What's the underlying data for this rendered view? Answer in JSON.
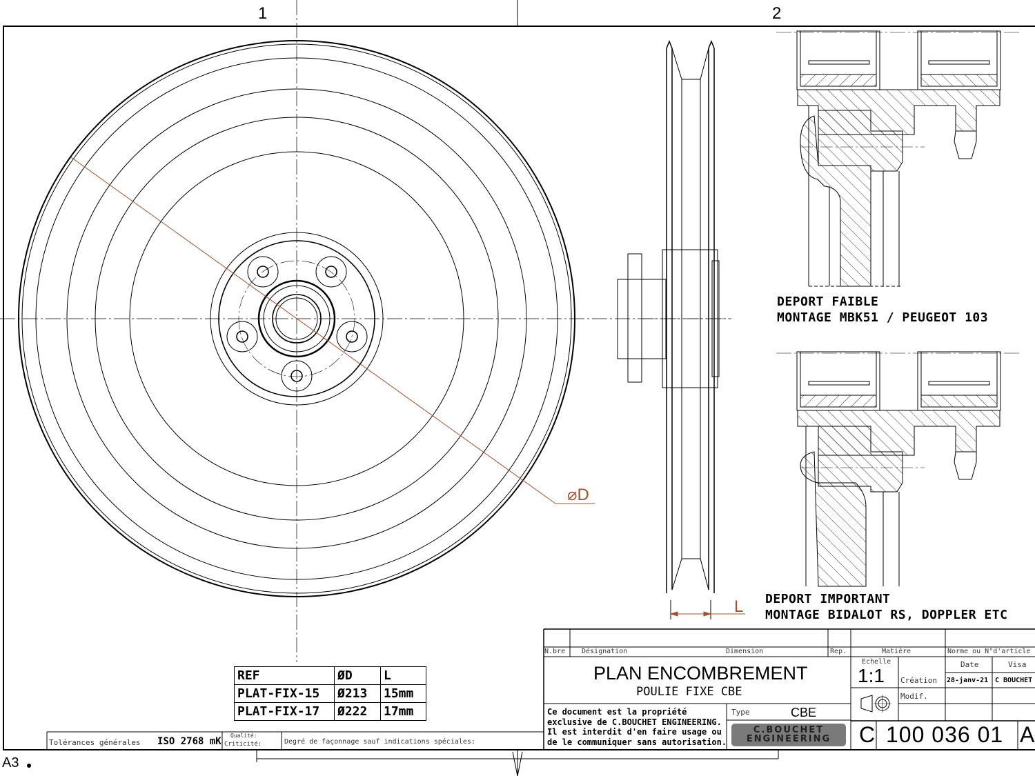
{
  "zones": {
    "left": "1",
    "right": "2"
  },
  "front_view": {
    "diameter_label": "⌀D"
  },
  "side_view": {
    "length_label": "L"
  },
  "sections": [
    {
      "title": "DEPORT FAIBLE",
      "subtitle": "MONTAGE MBK51 / PEUGEOT 103"
    },
    {
      "title": "DEPORT IMPORTANT",
      "subtitle": "MONTAGE BIDALOT RS, DOPPLER ETC"
    }
  ],
  "ref_table": {
    "headers": [
      "REF",
      "ØD",
      "L"
    ],
    "rows": [
      [
        "PLAT-FIX-15",
        "Ø213",
        "15mm"
      ],
      [
        "PLAT-FIX-17",
        "Ø222",
        "17mm"
      ]
    ]
  },
  "title_block": {
    "headers": {
      "nbre": "N.bre",
      "designation": "Désignation",
      "dimension": "Dimension",
      "rep": "Rep.",
      "matiere": "Matière",
      "norme": "Norme ou N°d'article"
    },
    "title": "PLAN ENCOMBREMENT",
    "subtitle": "POULIE FIXE CBE",
    "echelle_label": "Echelle",
    "echelle": "1:1",
    "date_label": "Date",
    "visa_label": "Visa",
    "creation_label": "Création",
    "creation_date": "28-janv-21",
    "creation_visa": "C BOUCHET",
    "modif_label": "Modif.",
    "property_notice": [
      "Ce document est la propriété",
      "exclusive de C.BOUCHET ENGINEERING.",
      "Il est interdit d'en faire usage ou",
      "de le communiquer sans autorisation."
    ],
    "type_label": "Type",
    "type_value": "CBE",
    "logo_text": [
      "C.BOUCHET",
      "ENGINEERING"
    ],
    "drawing_number": {
      "prefix": "C",
      "number": "100 036 01",
      "revision": "A"
    }
  },
  "tolerances": {
    "label": "Tolérances générales",
    "value": "ISO 2768 mK",
    "qualite_label": "Qualité:",
    "criticite_label": "Criticité:",
    "faconnage_label": "Degré de façonnage sauf indications spéciales:"
  },
  "sheet_format": "A3",
  "colors": {
    "line": "#000000",
    "dimension": "#a0522d",
    "logo_bg": "#7a7a7a"
  }
}
